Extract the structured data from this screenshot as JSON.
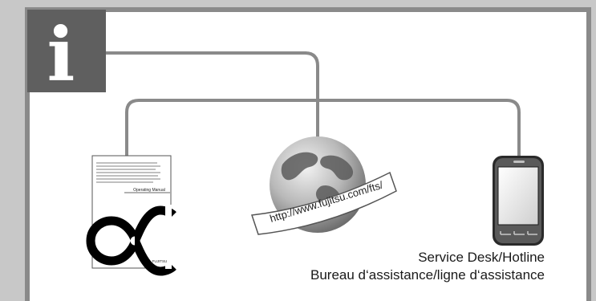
{
  "info_badge": {
    "glyph": "i",
    "color": "#5f5f5f"
  },
  "colors": {
    "background": "#c8c8c8",
    "panel": "#ffffff",
    "panel_border": "#8a8a8a",
    "connector": "#8a8a8a"
  },
  "manual": {
    "title": "Operating Manual",
    "brand": "FUJITSU",
    "icon": "infinity-logo-icon"
  },
  "globe": {
    "url": "http://www.fujitsu.com/fts/",
    "icon": "globe-icon"
  },
  "phone": {
    "icon": "smartphone-icon",
    "caption_line1": "Service Desk/Hotline",
    "caption_line2": "Bureau d‘assistance/ligne d‘assistance"
  }
}
